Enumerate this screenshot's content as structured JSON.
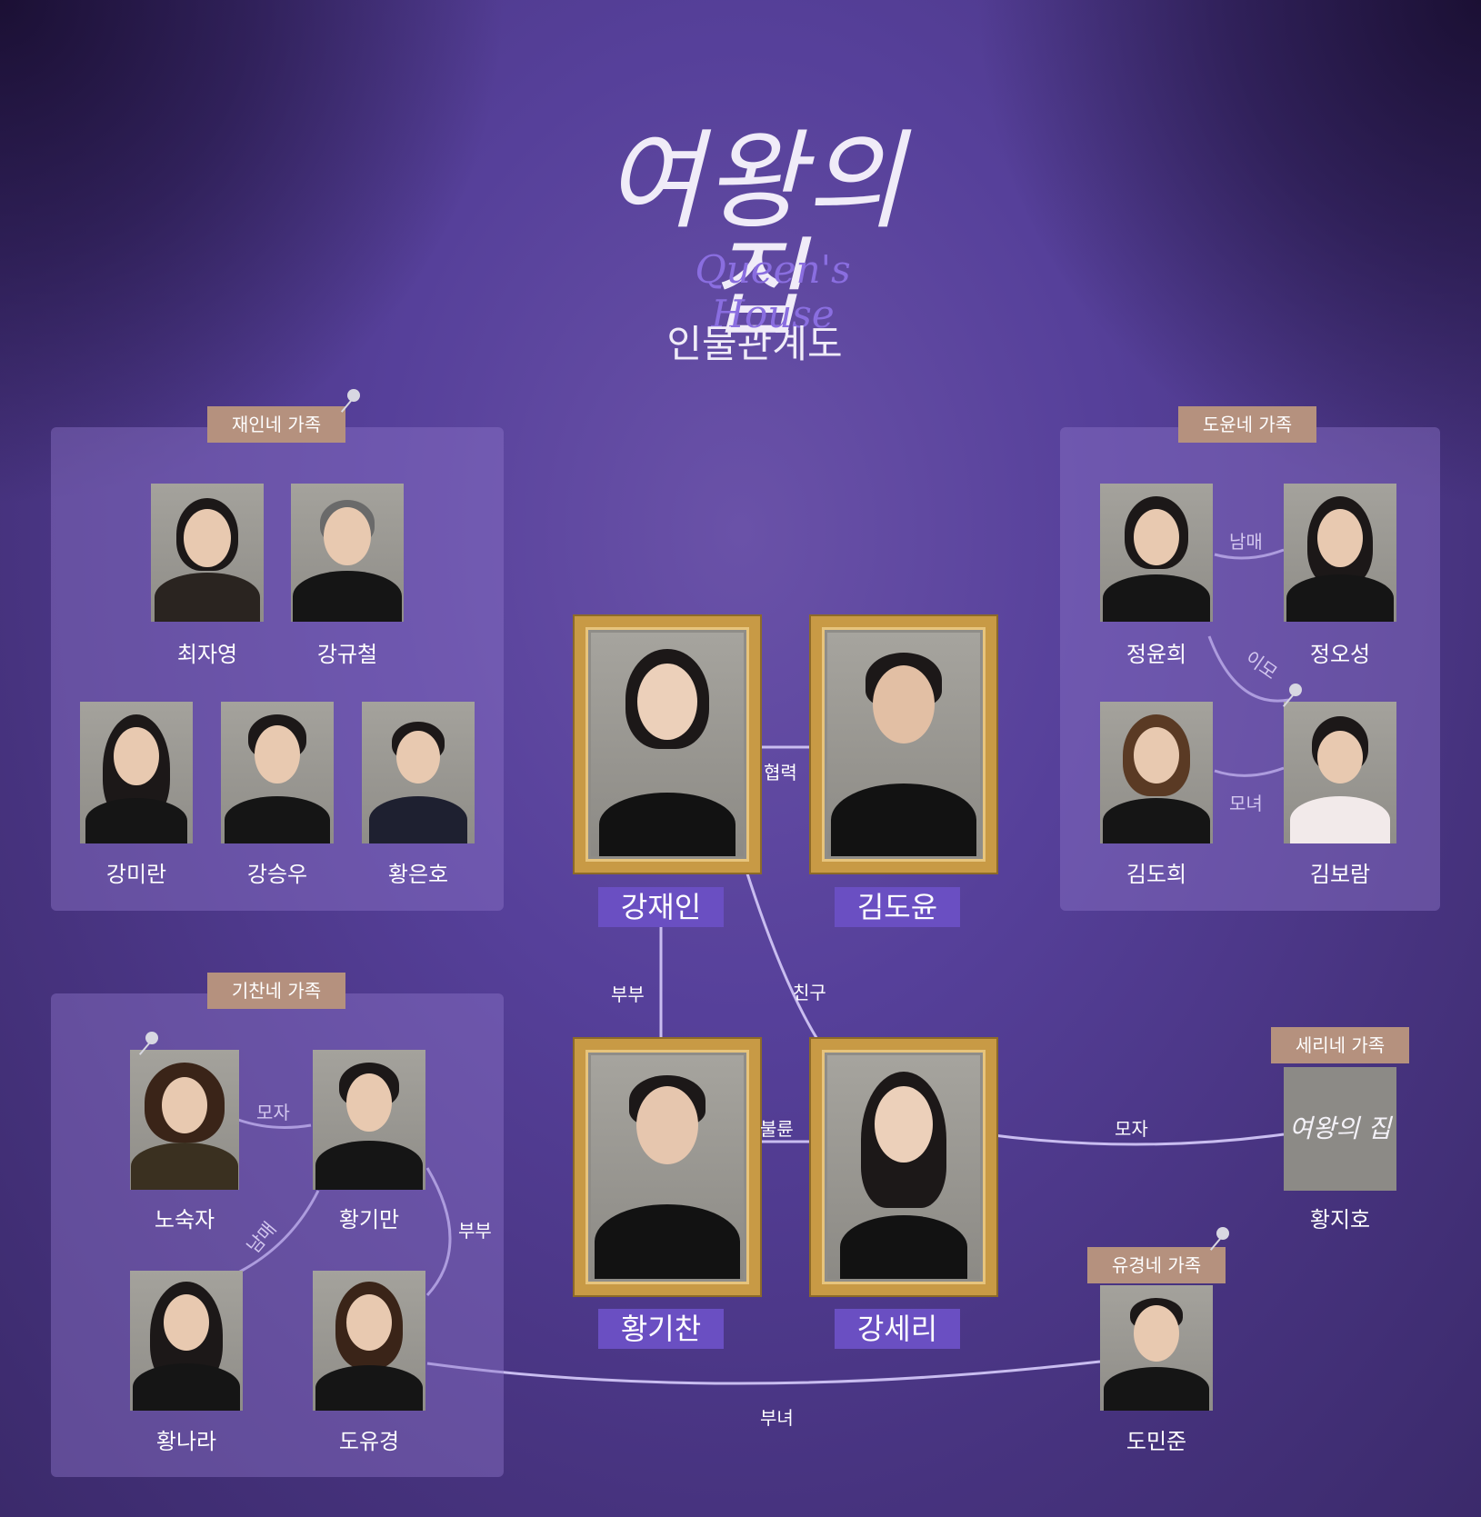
{
  "title": "여왕의 집",
  "title_en": "Queen's House",
  "subtitle": "인물관계도",
  "groups": {
    "jaein": "재인네 가족",
    "doyun": "도윤네 가족",
    "gichan": "기찬네 가족",
    "seri": "세리네 가족",
    "yugyeong": "유경네 가족"
  },
  "people": {
    "choi_jayoung": "최자영",
    "kang_gyucheol": "강규철",
    "kang_miran": "강미란",
    "kang_seungwoo": "강승우",
    "hwang_eunho": "황은호",
    "jung_yunhee": "정윤희",
    "jung_oseong": "정오성",
    "kim_dohee": "김도희",
    "kim_boram": "김보람",
    "no_sukja": "노숙자",
    "hwang_giman": "황기만",
    "hwang_nara": "황나라",
    "do_yugyeong": "도유경",
    "hwang_jiho": "황지호",
    "do_minjun": "도민준",
    "kang_jaein": "강재인",
    "kim_doyun": "김도윤",
    "hwang_gichan": "황기찬",
    "kang_seri": "강세리"
  },
  "relations": {
    "cooperation": "협력",
    "couple": "부부",
    "friend": "친구",
    "affair": "불륜",
    "mother_son_seri": "모자",
    "siblings": "남매",
    "aunt": "이모",
    "mother_daughter": "모녀",
    "mother_son": "모자",
    "siblings2": "남매",
    "couple2": "부부",
    "father_daughter": "부녀"
  },
  "colors": {
    "gold_frame": "#c89a45",
    "name_bar": "#6a4fc2",
    "tag": "#b5917e",
    "line": "#c9bdf0"
  }
}
